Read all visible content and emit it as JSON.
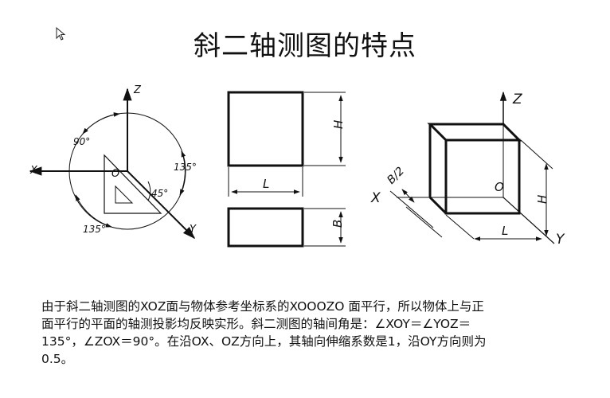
{
  "title": "斜二轴测图的特点",
  "left_axes": {
    "axis_z": "Z",
    "axis_x": "X",
    "axis_y": "Y",
    "origin": "O",
    "angle_top": "90°",
    "angle_right": "135°",
    "angle_bottom": "135°",
    "angle_tri": "45°"
  },
  "ortho_views": {
    "dim_h": "H",
    "dim_l": "L",
    "dim_b": "B"
  },
  "iso_box": {
    "axis_z": "Z",
    "axis_x": "X",
    "axis_y": "Y",
    "origin": "O",
    "dim_b2": "B/2",
    "dim_h": "H",
    "dim_l": "L"
  },
  "description": [
    "由于斜二轴测图的XOZ面与物体参考坐标系的XOOOZO 面平行，所以物体上与正",
    "面平行的平面的轴测投影均反映实形。斜二测图的轴间角是：∠XOY＝∠YOZ＝",
    "135°，∠ZOX＝90°。在沿OX、OZ方向上，其轴向伸缩系数是1，沿OY方向则为",
    "0.5。"
  ]
}
